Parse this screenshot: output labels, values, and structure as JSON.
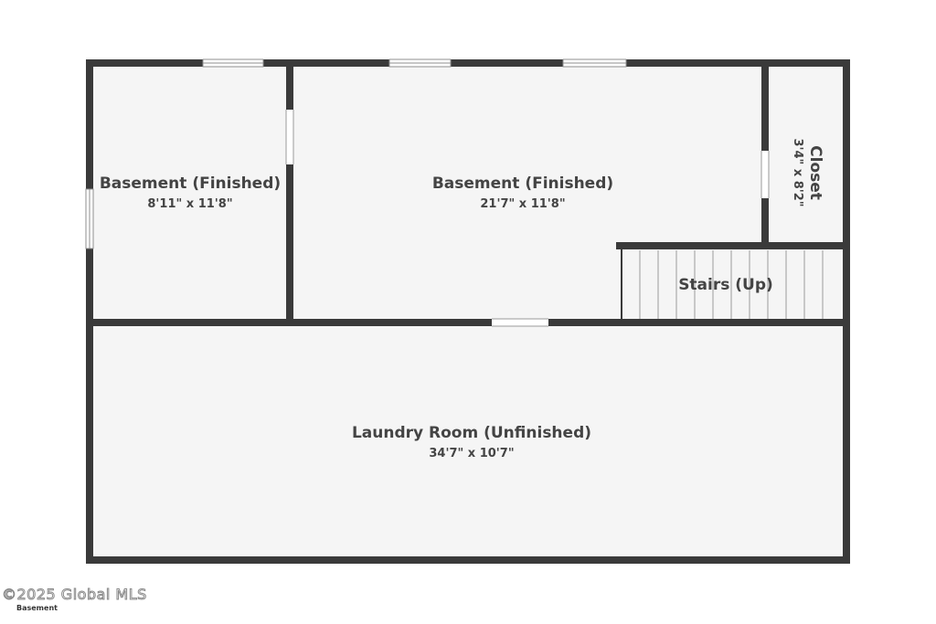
{
  "rooms": [
    {
      "id": "basement-left",
      "name": "Basement (Finished)",
      "dims": "8'11\" x 11'8\""
    },
    {
      "id": "basement-main",
      "name": "Basement (Finished)",
      "dims": "21'7\" x 11'8\""
    },
    {
      "id": "closet",
      "name": "Closet",
      "dims": "3'4\" x 8'2\""
    },
    {
      "id": "stairs",
      "name": "Stairs (Up)"
    },
    {
      "id": "laundry",
      "name": "Laundry Room (Unfinished)",
      "dims": "34'7\" x 10'7\""
    }
  ],
  "watermark": "©2025 Global MLS",
  "floor_label": "Basement",
  "colors": {
    "wall": "#3a3a3a",
    "floor": "#f5f5f5",
    "background": "#ffffff",
    "text": "#444444"
  }
}
